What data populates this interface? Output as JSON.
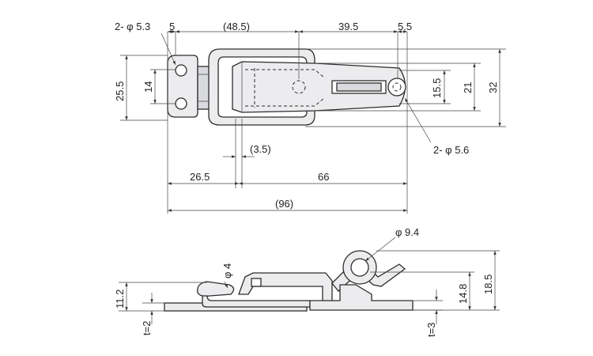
{
  "top_view": {
    "dims": {
      "hole_left": "2- φ 5.3",
      "d_5": "5",
      "d_48_5": "(48.5)",
      "d_39_5": "39.5",
      "d_5_5": "5.5",
      "d_25_5": "25.5",
      "d_14": "14",
      "d_15_5": "15.5",
      "d_21": "21",
      "d_32": "32",
      "hole_right": "2- φ 5.6",
      "d_3_5": "(3.5)",
      "d_26_5": "26.5",
      "d_66": "66",
      "d_96": "(96)"
    }
  },
  "side_view": {
    "dims": {
      "d_phi9_4": "φ 9.4",
      "d_phi4": "φ 4",
      "d_11_2": "11.2",
      "d_t2": "t=2",
      "d_14_8": "14.8",
      "d_18_5": "18.5",
      "d_t3": "t=3"
    }
  },
  "colors": {
    "part_fill": "#ececee",
    "line": "#2d2d2d"
  }
}
